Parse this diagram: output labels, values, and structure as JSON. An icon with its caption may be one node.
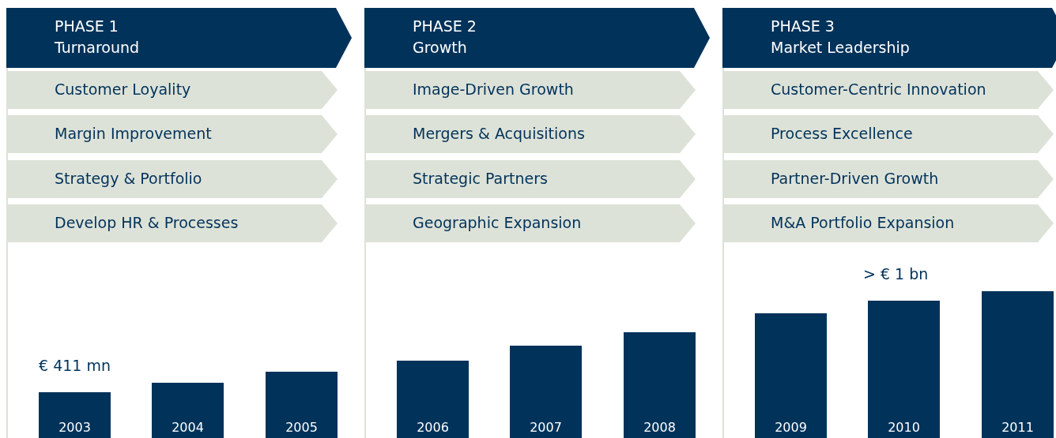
{
  "diagram": {
    "nodes": [
      {
        "text": [
          "PHASE 1",
          "Turnaround"
        ]
      },
      {
        "text": [
          "Customer Loyality"
        ]
      },
      {
        "text": [
          "Margin Improvement"
        ]
      },
      {
        "text": [
          "Strategy & Portfolio"
        ]
      },
      {
        "text": [
          "Develop HR & Processes"
        ]
      },
      {
        "text": [
          "2003"
        ],
        "beside": [
          "€ 411 mn"
        ]
      },
      {
        "text": [
          "2004"
        ]
      },
      {
        "text": [
          "2005"
        ]
      },
      {
        "text": [
          "PHASE 2",
          "Growth"
        ]
      },
      {
        "text": [
          "Image-Driven Growth"
        ]
      },
      {
        "text": [
          "Mergers & Acquisitions"
        ]
      },
      {
        "text": [
          "Strategic Partners"
        ]
      },
      {
        "text": [
          "Geographic Expansion"
        ]
      },
      {
        "text": [
          "2006"
        ]
      },
      {
        "text": [
          "2007"
        ]
      },
      {
        "text": [
          "2008"
        ]
      },
      {
        "text": [
          "PHASE 3",
          "Market Leadership"
        ]
      },
      {
        "text": [
          "Customer-Centric Innovation"
        ]
      },
      {
        "text": [
          "Process Excellence"
        ]
      },
      {
        "text": [
          "Partner-Driven Growth"
        ]
      },
      {
        "text": [
          "M&A Portfolio Expansion"
        ]
      },
      {
        "text": [
          "2009"
        ]
      },
      {
        "text": [
          "2010"
        ],
        "beside": [
          "> € 1 bn"
        ]
      },
      {
        "text": [
          "2011"
        ]
      }
    ],
    "edges": []
  }
}
